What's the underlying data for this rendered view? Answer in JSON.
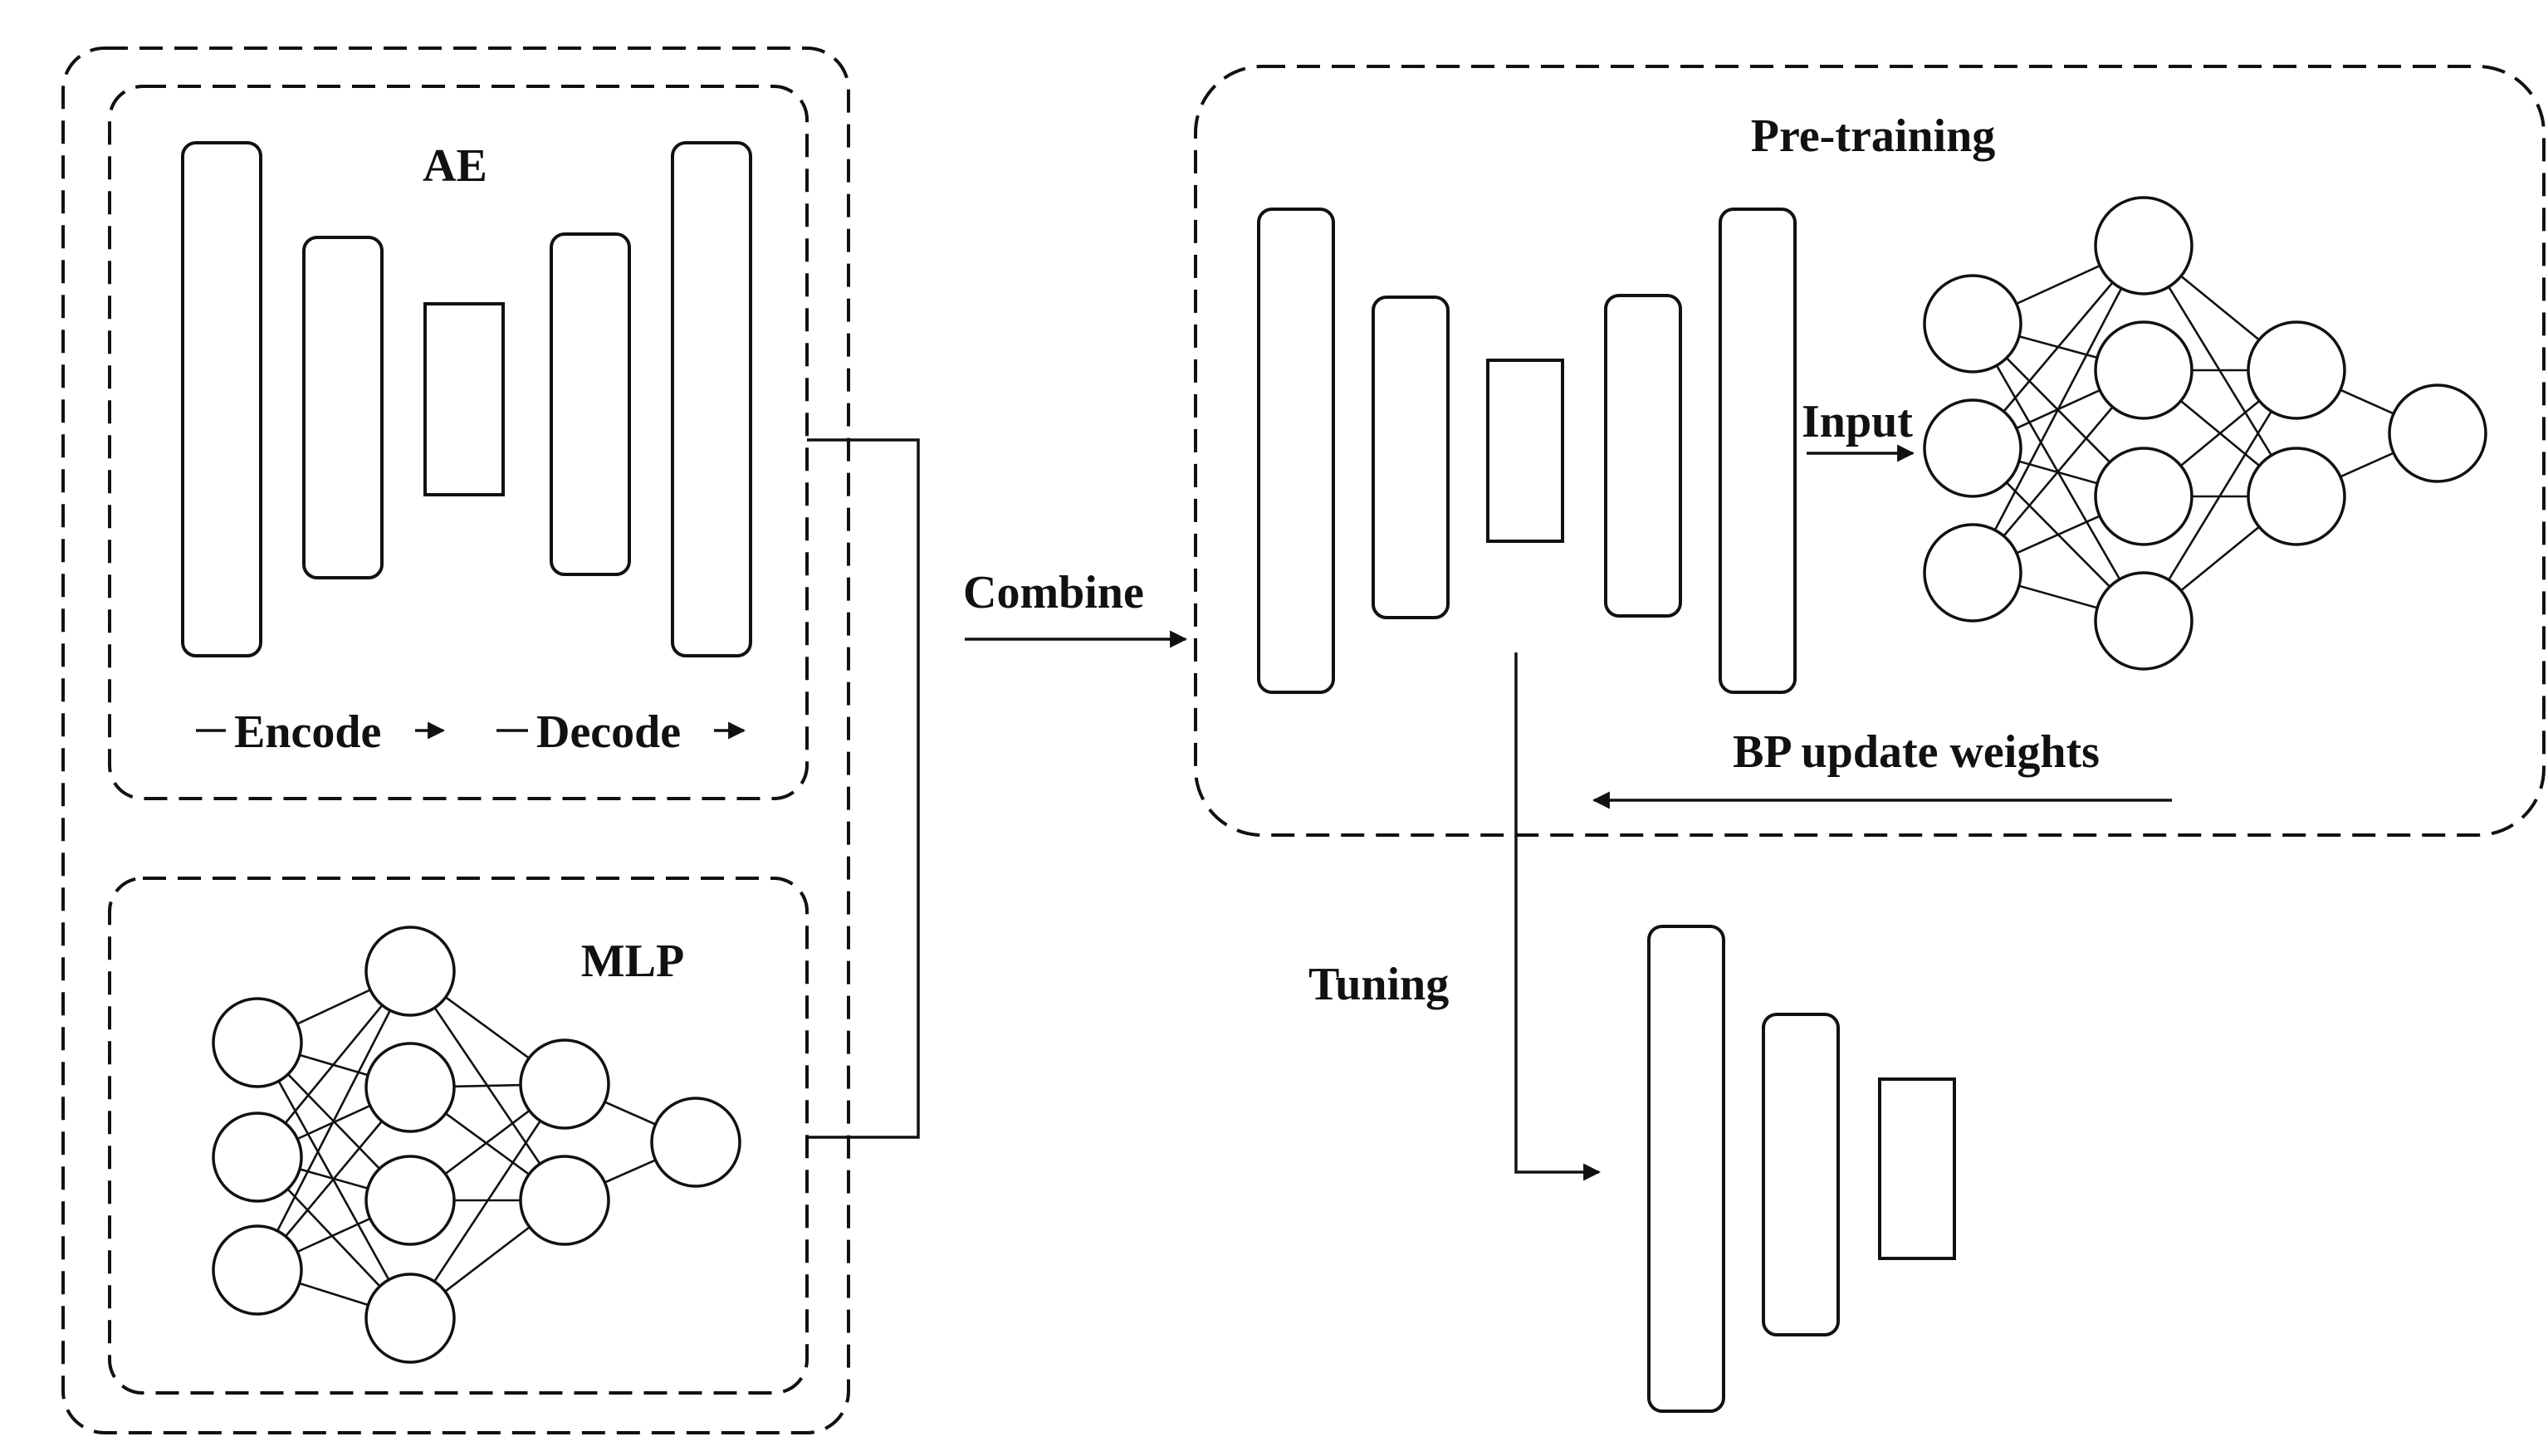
{
  "labels": {
    "ae": "AE",
    "encode": "Encode",
    "decode": "Decode",
    "mlp": "MLP",
    "combine": "Combine",
    "pretraining": "Pre-training",
    "input": "Input",
    "bp": "BP update weights",
    "tuning": "Tuning"
  },
  "colors": {
    "stroke": "#111111",
    "background": "#ffffff"
  },
  "networks": {
    "mlp_small": {
      "layers": [
        3,
        4,
        2,
        1
      ]
    },
    "mlp_large": {
      "layers": [
        3,
        4,
        2,
        1
      ]
    }
  }
}
